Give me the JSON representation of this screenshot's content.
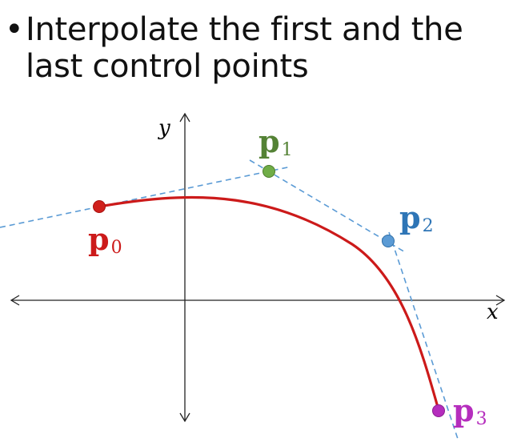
{
  "bullet": {
    "symbol": "•",
    "text": "Interpolate the first and the last control points"
  },
  "axes": {
    "x_label": "x",
    "y_label": "y"
  },
  "points": [
    {
      "name": "p",
      "sub": "0",
      "color": "#cc1a1a"
    },
    {
      "name": "p",
      "sub": "1",
      "color": "#548235"
    },
    {
      "name": "p",
      "sub": "2",
      "color": "#2e75b6"
    },
    {
      "name": "p",
      "sub": "3",
      "color": "#b52dbd"
    }
  ],
  "colors": {
    "curve": "#cc1a1a",
    "control_polygon": "#5b9bd5",
    "axis": "#222222"
  }
}
